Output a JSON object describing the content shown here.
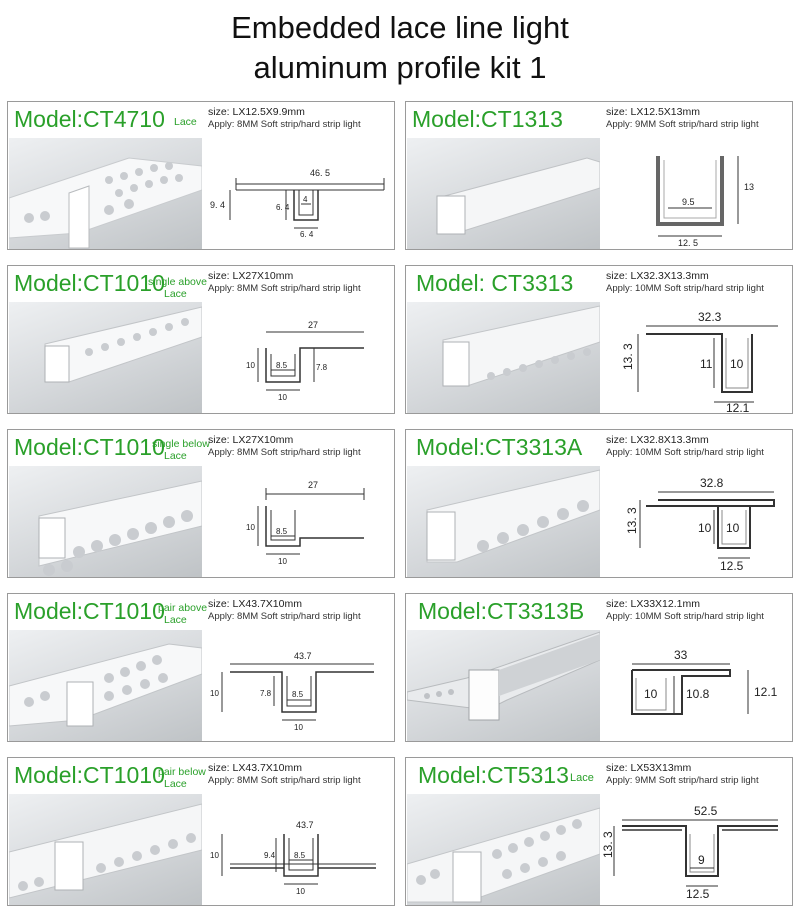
{
  "page": {
    "title_line1": "Embedded lace line light",
    "title_line2": "aluminum profile kit 1"
  },
  "products": [
    {
      "model": "Model:CT4710",
      "lace_line1": "Lace",
      "lace_line2": "",
      "size": "size: LX12.5X9.9mm",
      "apply": "Apply: 8MM Soft strip/hard strip light",
      "dims": [
        "46. 5",
        "9. 4",
        "6. 4",
        "4",
        "6. 4"
      ]
    },
    {
      "model": "Model:CT1313",
      "lace_line1": "",
      "lace_line2": "",
      "size": "size: LX12.5X13mm",
      "apply": "Apply: 9MM Soft strip/hard strip light",
      "dims": [
        "13",
        "9.5",
        "12. 5"
      ]
    },
    {
      "model": "Model:CT1010",
      "lace_line1": "single above",
      "lace_line2": "Lace",
      "size": "size: LX27X10mm",
      "apply": "Apply: 8MM Soft strip/hard strip light",
      "dims": [
        "27",
        "10",
        "8.5",
        "7.8",
        "10"
      ]
    },
    {
      "model": "Model: CT3313",
      "lace_line1": "",
      "lace_line2": "",
      "size": "size: LX32.3X13.3mm",
      "apply": "Apply: 10MM Soft strip/hard strip light",
      "dims": [
        "32.3",
        "13. 3",
        "11",
        "10",
        "12.1"
      ]
    },
    {
      "model": "Model:CT1010",
      "lace_line1": "single below",
      "lace_line2": "Lace",
      "size": "size: LX27X10mm",
      "apply": "Apply: 8MM Soft strip/hard strip light",
      "dims": [
        "27",
        "10",
        "8.5",
        "10"
      ]
    },
    {
      "model": "Model:CT3313A",
      "lace_line1": "",
      "lace_line2": "",
      "size": "size: LX32.8X13.3mm",
      "apply": "Apply: 10MM Soft strip/hard strip light",
      "dims": [
        "32.8",
        "13. 3",
        "10",
        "10",
        "12.5"
      ]
    },
    {
      "model": "Model:CT1010",
      "lace_line1": "pair above",
      "lace_line2": "Lace",
      "size": "size: LX43.7X10mm",
      "apply": "Apply: 8MM Soft strip/hard strip light",
      "dims": [
        "43.7",
        "10",
        "7.8",
        "8.5",
        "10"
      ]
    },
    {
      "model": "Model:CT3313B",
      "lace_line1": "",
      "lace_line2": "",
      "size": "size: LX33X12.1mm",
      "apply": "Apply: 10MM Soft strip/hard strip light",
      "dims": [
        "33",
        "10",
        "10.8",
        "12.1"
      ]
    },
    {
      "model": "Model:CT1010",
      "lace_line1": "pair below",
      "lace_line2": "Lace",
      "size": "size: LX43.7X10mm",
      "apply": "Apply: 8MM Soft strip/hard strip light",
      "dims": [
        "43.7",
        "10",
        "9.4",
        "8.5",
        "10"
      ]
    },
    {
      "model": "Model:CT5313",
      "lace_line1": "Lace",
      "lace_line2": "",
      "size": "size: LX53X13mm",
      "apply": "Apply: 9MM Soft strip/hard strip light",
      "dims": [
        "52.5",
        "13. 3",
        "9",
        "12.5"
      ]
    }
  ]
}
